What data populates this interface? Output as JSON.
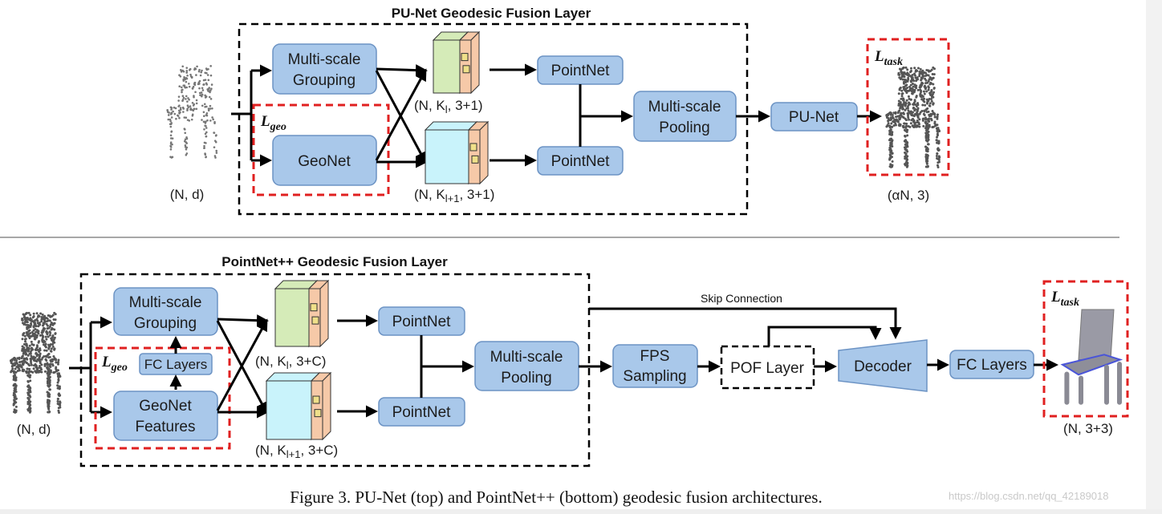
{
  "top": {
    "title": "PU-Net Geodesic Fusion Layer",
    "grouping": [
      "Multi-scale",
      "Grouping"
    ],
    "geonet": "GeoNet",
    "loss_geo": "L",
    "loss_geo_sub": "geo",
    "pointnet_1": "PointNet",
    "pointnet_2": "PointNet",
    "pooling": [
      "Multi-scale",
      "Pooling"
    ],
    "punet": "PU-Net",
    "loss_task": "L",
    "loss_task_sub": "task",
    "input_dim": "(N, d)",
    "tensor_1": "(N, K",
    "tensor_1_sub": "l",
    "tensor_1_tail": ", 3+1)",
    "tensor_2": "(N, K",
    "tensor_2_sub": "l+1",
    "tensor_2_tail": ", 3+1)",
    "output_dim": "(αN, 3)"
  },
  "bottom": {
    "title": "PointNet++ Geodesic Fusion Layer",
    "grouping": [
      "Multi-scale",
      "Grouping"
    ],
    "fc_layers": "FC Layers",
    "geonet": [
      "GeoNet",
      "Features"
    ],
    "loss_geo": "L",
    "loss_geo_sub": "geo",
    "pointnet_1": "PointNet",
    "pointnet_2": "PointNet",
    "pooling": [
      "Multi-scale",
      "Pooling"
    ],
    "fps": [
      "FPS",
      "Sampling"
    ],
    "pof": "POF Layer",
    "skip": "Skip Connection",
    "decoder": "Decoder",
    "fc_out": "FC Layers",
    "loss_task": "L",
    "loss_task_sub": "task",
    "input_dim": "(N, d)",
    "tensor_1": "(N, K",
    "tensor_1_sub": "l",
    "tensor_1_tail": ", 3+C)",
    "tensor_2": "(N, K",
    "tensor_2_sub": "l+1",
    "tensor_2_tail": ", 3+C)",
    "output_dim": "(N, 3+3)"
  },
  "caption": "Figure 3. PU-Net (top) and PointNet++ (bottom) geodesic fusion architectures.",
  "watermark": "https://blog.csdn.net/qq_42189018"
}
